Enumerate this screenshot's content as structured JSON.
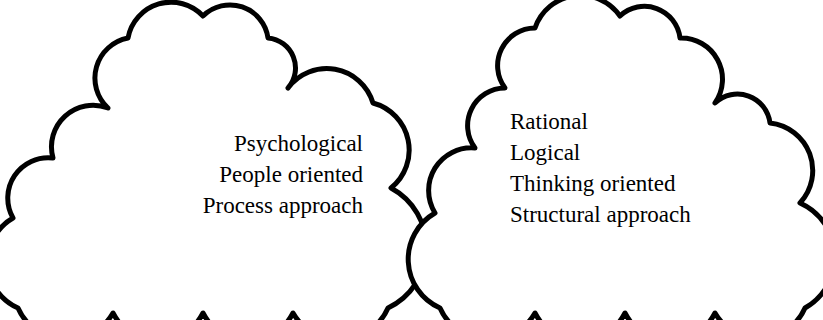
{
  "diagram": {
    "nodes": [
      {
        "text": [
          "Psychological",
          "People oriented",
          "Process approach"
        ]
      },
      {
        "text": [
          "Rational",
          "Logical",
          "Thinking oriented",
          "Structural approach"
        ]
      }
    ]
  }
}
